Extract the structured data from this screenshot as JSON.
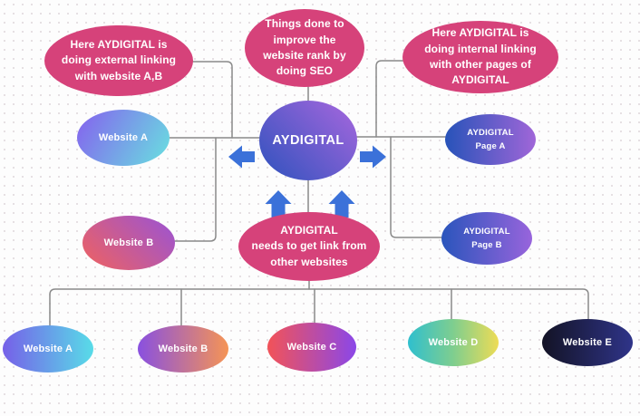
{
  "title": "AYDIGITAL SEO linking diagram",
  "colors": {
    "bubble_pink": "#D6427A",
    "arrow_blue": "#3B71D9",
    "connector_gray": "#8a8a8a",
    "text_white": "#ffffff",
    "background_dot": "#e4dee1"
  },
  "gradients": {
    "center_circle": {
      "dir": "45deg",
      "stops": [
        "#2E52BD",
        "#A867DE"
      ]
    },
    "website_a_left": {
      "dir": "120deg",
      "stops": [
        "#8560EE",
        "#68E2E0"
      ]
    },
    "website_b_left": {
      "dir": "45deg",
      "stops": [
        "#F0625F",
        "#9953D6"
      ]
    },
    "page_a": {
      "dir": "90deg",
      "stops": [
        "#2753B9",
        "#A066D8"
      ]
    },
    "page_b": {
      "dir": "90deg",
      "stops": [
        "#2A55BC",
        "#9864DC"
      ]
    },
    "website_a_bottom": {
      "dir": "90deg",
      "stops": [
        "#7660E8",
        "#58DCE8"
      ]
    },
    "website_b_bottom": {
      "dir": "90deg",
      "stops": [
        "#8950E0",
        "#F59455"
      ]
    },
    "website_c_bottom": {
      "dir": "90deg",
      "stops": [
        "#F25358",
        "#8B47E8"
      ]
    },
    "website_d_bottom": {
      "dir": "90deg",
      "stops": [
        "#2FBFCE",
        "#7FCE8F",
        "#EEDC55"
      ]
    },
    "website_e_bottom": {
      "dir": "90deg",
      "stops": [
        "#131325",
        "#2F3489"
      ]
    }
  },
  "nodes": {
    "bubble_external": {
      "lines": [
        "Here AYDIGITAL is",
        "doing external linking",
        "with website A,B"
      ]
    },
    "bubble_seo": {
      "lines": [
        "Things done to",
        "improve the",
        "website rank by",
        "doing SEO"
      ]
    },
    "bubble_internal": {
      "lines": [
        "Here AYDIGITAL is",
        "doing internal  linking",
        "with other pages of",
        "AYDIGITAL"
      ]
    },
    "bubble_needs": {
      "lines": [
        "AYDIGITAL",
        "needs to get link from",
        "other websites"
      ]
    },
    "center": {
      "label": "AYDIGITAL"
    },
    "website_a_left": {
      "label": "Website A"
    },
    "website_b_left": {
      "label": "Website B"
    },
    "page_a": {
      "lines": [
        "AYDIGITAL",
        "Page A"
      ]
    },
    "page_b": {
      "lines": [
        "AYDIGITAL",
        "Page B"
      ]
    },
    "website_a_bottom": {
      "label": "Website A"
    },
    "website_b_bottom": {
      "label": "Website B"
    },
    "website_c_bottom": {
      "label": "Website C"
    },
    "website_d_bottom": {
      "label": "Website D"
    },
    "website_e_bottom": {
      "label": "Website E"
    }
  }
}
